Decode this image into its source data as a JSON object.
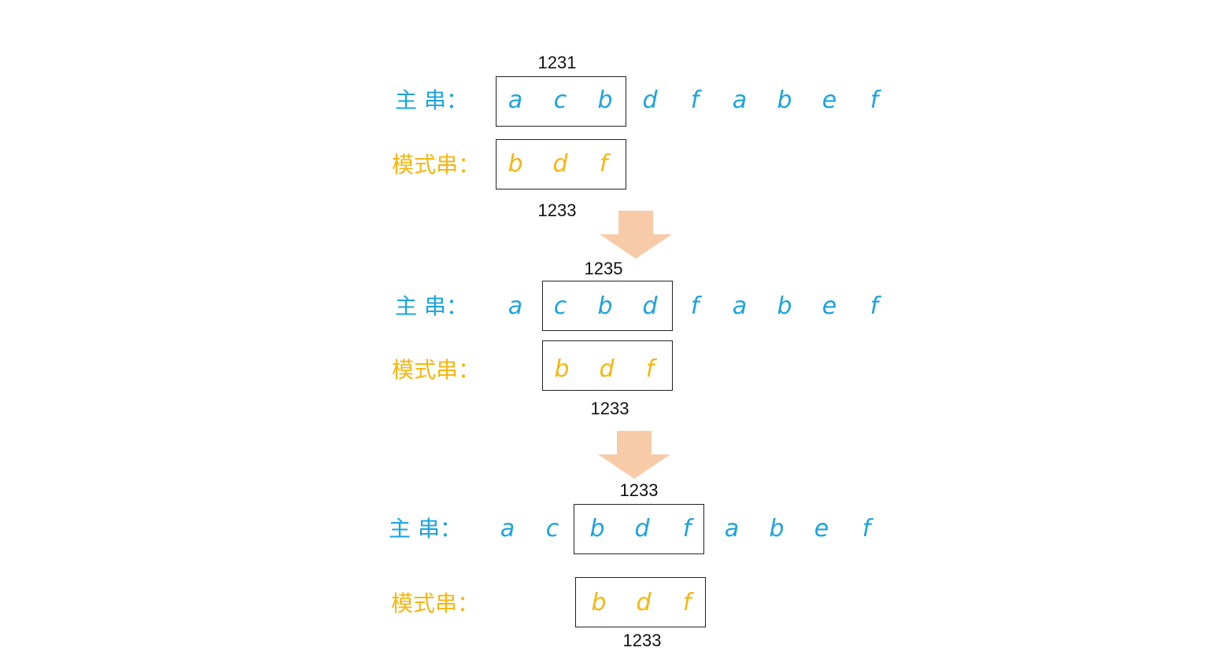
{
  "colors": {
    "main": "#1aa3df",
    "pattern": "#f5b60f",
    "arrow": "#f8cba8"
  },
  "steps": [
    {
      "main_label": "主 串：",
      "main_chars": [
        "a",
        "c",
        "b",
        "d",
        "f",
        "a",
        "b",
        "e",
        "f"
      ],
      "pattern_label": "模式串：",
      "pattern_chars": [
        "b",
        "d",
        "f"
      ],
      "top_number": "1231",
      "bottom_number": "1233"
    },
    {
      "main_label": "主 串：",
      "main_chars": [
        "a",
        "c",
        "b",
        "d",
        "f",
        "a",
        "b",
        "e",
        "f"
      ],
      "pattern_label": "模式串：",
      "pattern_chars": [
        "b",
        "d",
        "f"
      ],
      "top_number": "1235",
      "bottom_number": "1233"
    },
    {
      "main_label": "主 串：",
      "main_chars": [
        "a",
        "c",
        "b",
        "d",
        "f",
        "a",
        "b",
        "e",
        "f"
      ],
      "pattern_label": "模式串：",
      "pattern_chars": [
        "b",
        "d",
        "f"
      ],
      "top_number": "1233",
      "bottom_number": "1233"
    }
  ]
}
